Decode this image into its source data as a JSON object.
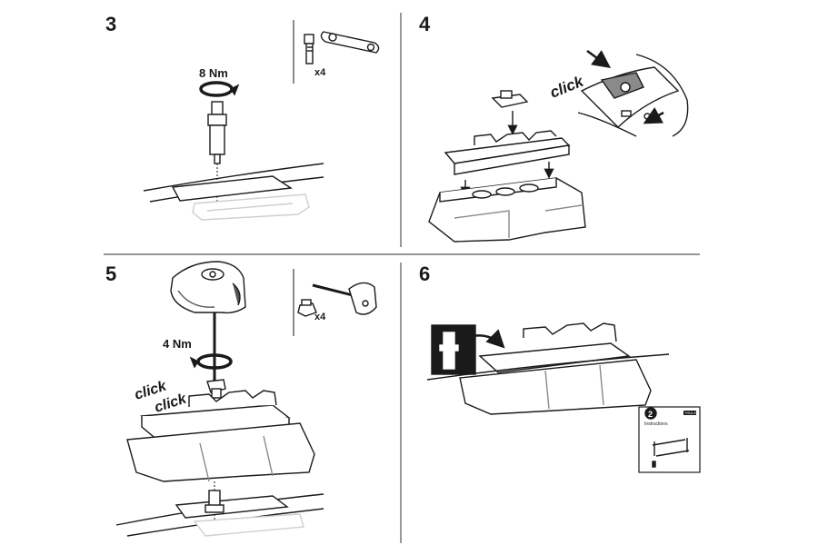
{
  "steps": [
    {
      "number": "3",
      "torque": "8 Nm",
      "quantity": "x4"
    },
    {
      "number": "4",
      "click": "click"
    },
    {
      "number": "5",
      "torque": "4 Nm",
      "quantity": "x4",
      "click1": "click",
      "click2": "click"
    },
    {
      "number": "6",
      "booklet_page": "2",
      "booklet_title": "Instructions",
      "booklet_brand": "THULE"
    }
  ],
  "colors": {
    "line": "#1a1a1a",
    "divider": "#555555",
    "shade": "#8a8a8a",
    "light": "#d0d0d0"
  },
  "icons": [
    "bolt-icon",
    "clip-plate-icon",
    "torque-arrow-icon",
    "hex-key-icon",
    "nut-icon",
    "arrow-icon"
  ]
}
